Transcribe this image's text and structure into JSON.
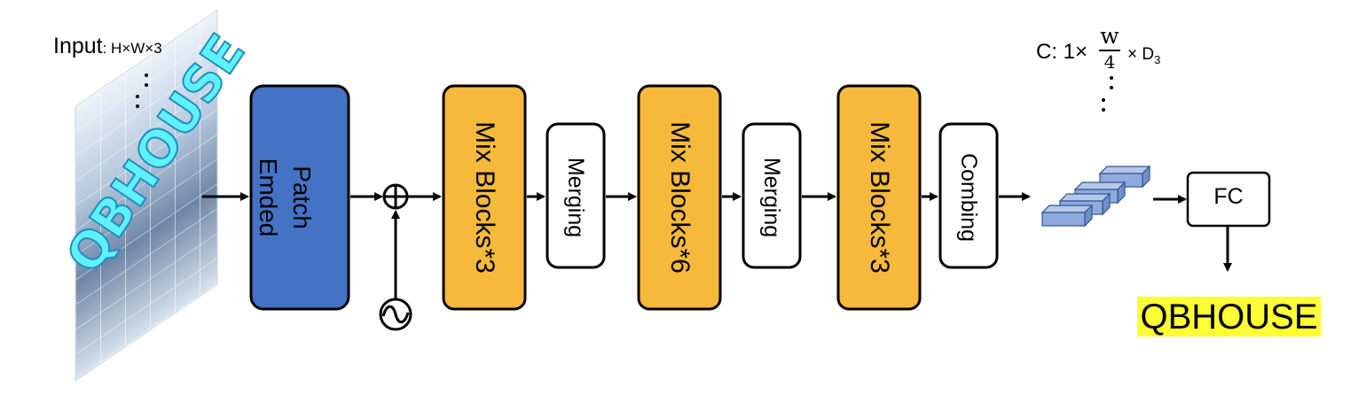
{
  "input": {
    "label": "Input",
    "dims": ": H×W×3",
    "image_text": "QBHOUSE"
  },
  "blocks": [
    {
      "id": "patch-embed",
      "lines": [
        "Patch",
        "Emded"
      ],
      "color": "#4472c4"
    },
    {
      "id": "mix-blocks-1",
      "lines": [
        "Mix  Blocks*3"
      ],
      "color": "#f6b93b"
    },
    {
      "id": "merging-1",
      "lines": [
        "Merging"
      ],
      "color": "#ffffff"
    },
    {
      "id": "mix-blocks-2",
      "lines": [
        "Mix  Blocks*6"
      ],
      "color": "#f6b93b"
    },
    {
      "id": "merging-2",
      "lines": [
        "Merging"
      ],
      "color": "#ffffff"
    },
    {
      "id": "mix-blocks-3",
      "lines": [
        "Mix  Blocks*3"
      ],
      "color": "#f6b93b"
    },
    {
      "id": "combing",
      "lines": [
        "Combing"
      ],
      "color": "#ffffff"
    }
  ],
  "output_shape": {
    "prefix": "C: 1×",
    "numerator": "w",
    "denominator": "4",
    "suffix": "× D",
    "subscript": "3"
  },
  "fc": {
    "label": "FC"
  },
  "result": {
    "label": "QBHOUSE",
    "highlight": "#ffff33"
  },
  "colors": {
    "feature_cubes": "#8faadc",
    "stroke": "#000000"
  },
  "icons": [
    "add-icon",
    "sine-wave-icon",
    "vertical-ellipsis-icon"
  ]
}
